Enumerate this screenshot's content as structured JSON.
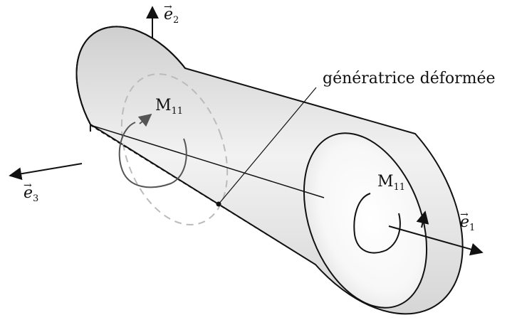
{
  "annotation": {
    "generatrix_label": "génératrice déformée"
  },
  "moments": {
    "left": {
      "symbol": "M",
      "subscript": "11"
    },
    "right": {
      "symbol": "M",
      "subscript": "11"
    }
  },
  "axes": {
    "e1": {
      "symbol": "e",
      "subscript": "1",
      "arrow": "→"
    },
    "e2": {
      "symbol": "e",
      "subscript": "2",
      "arrow": "→"
    },
    "e3": {
      "symbol": "e",
      "subscript": "3",
      "arrow": "→"
    }
  },
  "colors": {
    "stroke": "#111111",
    "hidden_circle": "#bbbbbb",
    "moment_arrow": "#555555",
    "shade_dark": "#cfcfcf",
    "shade_light": "#ffffff"
  }
}
